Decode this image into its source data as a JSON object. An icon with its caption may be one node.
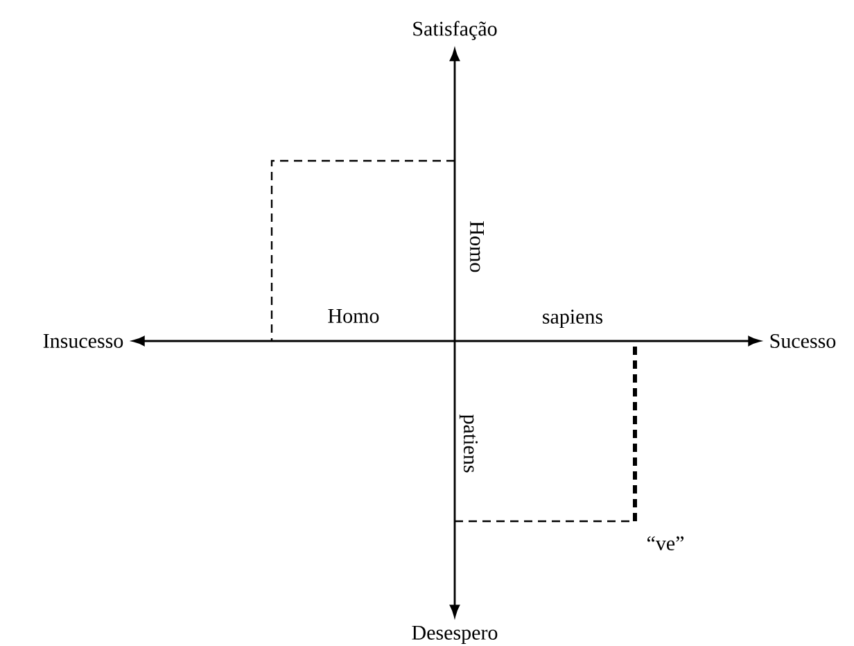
{
  "diagram": {
    "nodes": [
      {
        "text": [
          "Satisfação"
        ]
      },
      {
        "text": [
          "Desespero"
        ]
      },
      {
        "text": [
          "Insucesso"
        ]
      },
      {
        "text": [
          "Sucesso"
        ]
      }
    ],
    "edges": [
      {
        "from": 0,
        "to": 1,
        "arrow": "both"
      },
      {
        "from": 2,
        "to": 3,
        "arrow": "both"
      }
    ],
    "labels": [
      "Homo",
      "Homo",
      "sapiens",
      "patiens",
      "“ve”"
    ]
  }
}
